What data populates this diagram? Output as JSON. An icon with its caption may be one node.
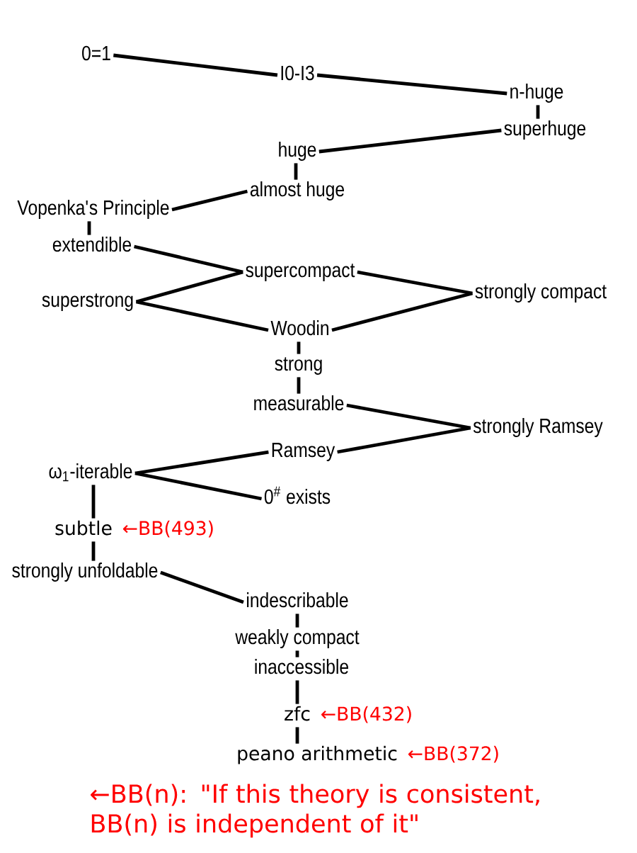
{
  "diagram": {
    "nodes": [
      {
        "text": [
          "0=1"
        ]
      },
      {
        "text": [
          "I0-I3"
        ]
      },
      {
        "text": [
          "n-huge"
        ]
      },
      {
        "text": [
          "superhuge"
        ]
      },
      {
        "text": [
          "huge"
        ]
      },
      {
        "text": [
          "almost huge"
        ]
      },
      {
        "text": [
          "Vopenka's Principle"
        ]
      },
      {
        "text": [
          "extendible"
        ]
      },
      {
        "text": [
          "supercompact"
        ]
      },
      {
        "text": [
          "superstrong"
        ]
      },
      {
        "text": [
          "strongly compact"
        ]
      },
      {
        "text": [
          "Woodin"
        ]
      },
      {
        "text": [
          "strong"
        ]
      },
      {
        "text": [
          "measurable"
        ]
      },
      {
        "text": [
          "strongly Ramsey"
        ]
      },
      {
        "text": [
          "Ramsey"
        ]
      },
      {
        "text": [
          "ω$_{1}$-iterable"
        ]
      },
      {
        "text": [
          "0$^{#}$ exists"
        ]
      },
      {
        "text": [
          "subtle"
        ],
        "beside": [
          "←BB(493)"
        ]
      },
      {
        "text": [
          "strongly unfoldable"
        ]
      },
      {
        "text": [
          "indescribable"
        ]
      },
      {
        "text": [
          "weakly compact"
        ]
      },
      {
        "text": [
          "inaccessible"
        ]
      },
      {
        "text": [
          "zfc"
        ],
        "beside": [
          "←BB(432)"
        ]
      },
      {
        "text": [
          "peano arithmetic"
        ],
        "beside": [
          "←BB(372)"
        ]
      }
    ],
    "edges": [
      {
        "from": 0,
        "to": 1,
        "arrow": "none"
      },
      {
        "from": 1,
        "to": 2,
        "arrow": "none"
      },
      {
        "from": 2,
        "to": 3,
        "arrow": "none"
      },
      {
        "from": 3,
        "to": 4,
        "arrow": "none"
      },
      {
        "from": 4,
        "to": 5,
        "arrow": "none"
      },
      {
        "from": 5,
        "to": 6,
        "arrow": "none"
      },
      {
        "from": 6,
        "to": 7,
        "arrow": "none"
      },
      {
        "from": 7,
        "to": 8,
        "arrow": "none"
      },
      {
        "from": 8,
        "to": 9,
        "arrow": "none"
      },
      {
        "from": 8,
        "to": 10,
        "arrow": "none"
      },
      {
        "from": 9,
        "to": 11,
        "arrow": "none"
      },
      {
        "from": 10,
        "to": 11,
        "arrow": "none"
      },
      {
        "from": 11,
        "to": 12,
        "arrow": "none"
      },
      {
        "from": 12,
        "to": 13,
        "arrow": "none"
      },
      {
        "from": 13,
        "to": 14,
        "arrow": "none"
      },
      {
        "from": 14,
        "to": 15,
        "arrow": "none"
      },
      {
        "from": 15,
        "to": 16,
        "arrow": "none"
      },
      {
        "from": 16,
        "to": 17,
        "arrow": "none"
      },
      {
        "from": 16,
        "to": 18,
        "arrow": "none"
      },
      {
        "from": 18,
        "to": 19,
        "arrow": "none"
      },
      {
        "from": 19,
        "to": 20,
        "arrow": "none"
      },
      {
        "from": 20,
        "to": 21,
        "arrow": "none"
      },
      {
        "from": 21,
        "to": 22,
        "arrow": "none"
      },
      {
        "from": 22,
        "to": 23,
        "arrow": "none"
      },
      {
        "from": 23,
        "to": 24,
        "arrow": "none"
      }
    ],
    "labels": [
      "←BB(n): \"If this theory is consistent, BB(n) is independent of it\""
    ]
  }
}
